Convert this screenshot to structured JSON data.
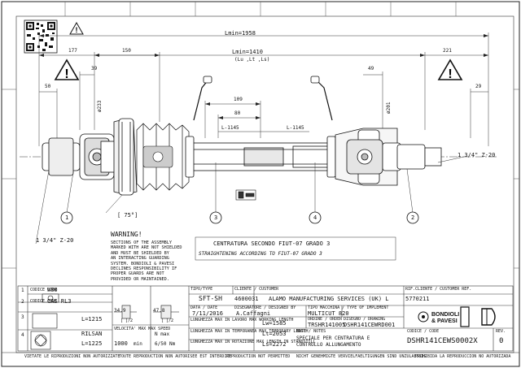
{
  "dims": {
    "total": "Lmin=1958",
    "shaft": "Lmin=1410",
    "shaft_sub": "(Lu ,Lt ,Ls)",
    "d177": "177",
    "d150": "150",
    "d221": "221",
    "d39": "39",
    "d49": "49",
    "d50": "50",
    "d29": "29",
    "d109": "109",
    "d80": "80",
    "phi233": "ø233",
    "phi201": "ø201",
    "l1145a": "L-1145",
    "l1145b": "L-1145",
    "left_spline": "1 3/4\" Z-20",
    "right_spline": "1 3/4\" Z-20",
    "angle": "[ 75°]"
  },
  "callouts": [
    "1",
    "2",
    "3",
    "4"
  ],
  "warning": {
    "title": "WARNING!",
    "lines": [
      "SECTIONS OF THE ASSEMBLY",
      "MARKED WITH ARE NOT SHIELDED",
      "AND MUST BE SHIELDED BY",
      "AN INTERACTING GUARDING",
      "SYSTEM. BONDIOLI & PAVESI",
      "DECLINES RESPONSIBILITY IF",
      "PROPER GUARDS ARE NOT",
      "PROVIDED OR MAINTAINED."
    ]
  },
  "straightening": {
    "it": "CENTRATURA SECONDO FIUT-07 GRADO 3",
    "en": "STRAIGHTENING ACCORDING TO FIUT-07 GRADO 3"
  },
  "parts": {
    "rows": [
      {
        "num": "1",
        "code_label": "CODICE CODE",
        "code": "W80",
        "sub": ""
      },
      {
        "num": "2",
        "code_label": "CODICE CODE",
        "code": "CAS RL3",
        "sub": ""
      },
      {
        "num": "3",
        "code_label": "",
        "code": "",
        "sub": "L=1215"
      },
      {
        "num": "4",
        "code_label": "",
        "code": "RILSAN",
        "sub": "L=1225"
      }
    ],
    "chart_left_value": "34.9",
    "chart_left_sub": "[ ]/2",
    "chart_right_value": "47.8",
    "chart_right_sub": "[ ]/2",
    "vel_label": "VELOCITA' MAX  MAX SPEED",
    "vel": "1000",
    "vel_unit": "min",
    "n_label": "N max",
    "n_value": "6/50 Nm"
  },
  "info": {
    "tipo_label": "TIPO/TYPE",
    "tipo": "SFT-SH",
    "cliente_label": "CLIENTE / CUSTOMER",
    "cliente_code": "4600031",
    "cliente": "ALAMO MANUFACTURING SERVICES (UK) L",
    "rif_label": "RIF.CLIENTE / CUSTOMER REF.",
    "rif": "5770211",
    "data_label": "DATA / DATE",
    "data": "7/11/2016",
    "disegnatore_label": "DISEGNATORE / DESIGNED BY",
    "disegnatore": "A.Caffagni",
    "tipo_app_label": "TIPO MACCHINA / TYPE OF IMPLEMENT",
    "tipo_app": "MULTICUT 820",
    "lw_label": "LUNGHEZZA MAX IN LAVORO MAX WORKING LENGTH",
    "lw": "Lw=1585",
    "lt_label": "LUNGHEZZA MAX IN TEMPORANEA MAX TEMPORARY LENGTH",
    "lt": "Lt=2053",
    "ls_label": "LUNGHEZZA MAX IN ROTAZIONE MAX LENGTH IN STANDSTILL",
    "ls": "Ls=2272",
    "ordine_label": "ORDINE / ORDER",
    "ordine": "TRSHR141005",
    "disegno_label": "DISEGNO / DRAWING",
    "disegno": "DSHR141CEWRD001",
    "note_label": "NOTE / NOTES",
    "note1": "SPECIALE PER CENTRATURA E",
    "note2": "CONTROLLO ALLUNGAMENTO",
    "brand": "BONDIOLI & PAVESI",
    "codice_label": "CODICE / CODE",
    "codice": "DSHR141CEWS0002X",
    "rev_label": "REV.",
    "rev": "0"
  },
  "footer": [
    "VIETATE LE RIPRODUZIONI NON AUTORIZZATE",
    "TOUTE REPRODUCTION NON AUTORISEE EST INTERDITE",
    "REPRODUCTION NOT PERMITTED",
    "NICHT GENEHMIGTE VERVIELFAELTIGUNGEN SIND UNZULAESSIG",
    "PROHIBIDA LA REPRODUCCION NO AUTORIZADA"
  ]
}
